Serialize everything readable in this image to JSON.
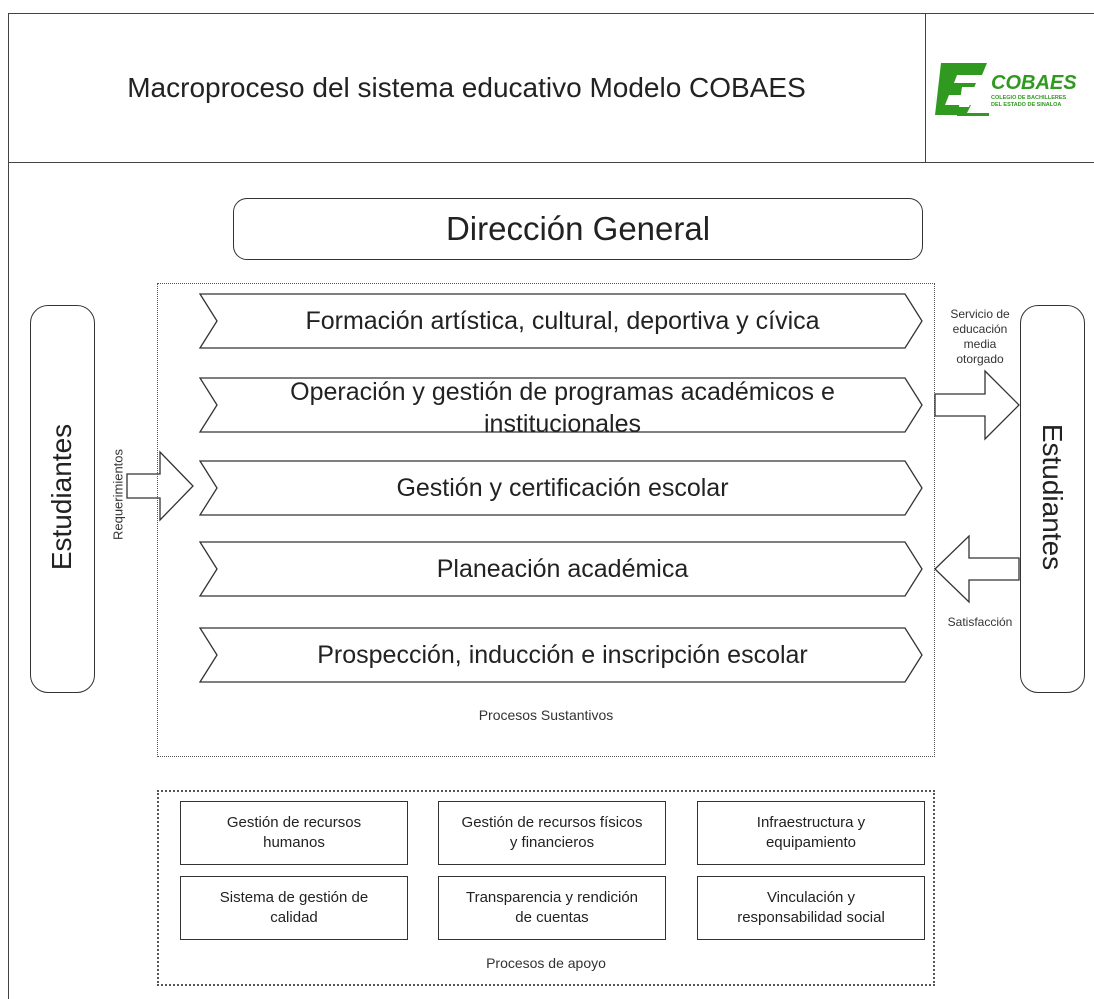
{
  "header": {
    "title": "Macroproceso del sistema educativo Modelo COBAES",
    "logo": {
      "brand": "COBAES",
      "subtitle_line1": "COLEGIO DE BACHILLERES",
      "subtitle_line2": "DEL ESTADO DE SINALOA"
    }
  },
  "direccion": "Dirección General",
  "students_left": "Estudiantes",
  "students_right": "Estudiantes",
  "input_label": "Requerimientos",
  "output_label": "Servicio de educación media otorgado",
  "output_label_lines": [
    "Servicio de",
    "educación",
    "media",
    "otorgado"
  ],
  "feedback_label": "Satisfacción",
  "substantive": {
    "label": "Procesos Sustantivos",
    "items": [
      "Formación artística, cultural, deportiva y cívica",
      "Operación y gestión de programas académicos e institucionales",
      "Gestión y certificación escolar",
      "Planeación académica",
      "Prospección, inducción e inscripción escolar"
    ],
    "item2_lines": [
      "Operación y gestión de programas académicos e",
      "institucionales"
    ]
  },
  "support": {
    "label": "Procesos de apoyo",
    "items": [
      "Gestión de recursos humanos",
      "Gestión de recursos físicos y financieros",
      "Infraestructura y equipamiento",
      "Sistema de gestión de calidad",
      "Transparencia y rendición de cuentas",
      "Vinculación y responsabilidad social"
    ],
    "item_lines": [
      [
        "Gestión de recursos",
        "humanos"
      ],
      [
        "Gestión de recursos físicos",
        "y financieros"
      ],
      [
        "Infraestructura y",
        "equipamiento"
      ],
      [
        "Sistema de gestión de",
        "calidad"
      ],
      [
        "Transparencia y rendición",
        "de cuentas"
      ],
      [
        "Vinculación y",
        "responsabilidad social"
      ]
    ]
  },
  "colors": {
    "logo_green": "#2f9a1f",
    "line": "#333333"
  }
}
